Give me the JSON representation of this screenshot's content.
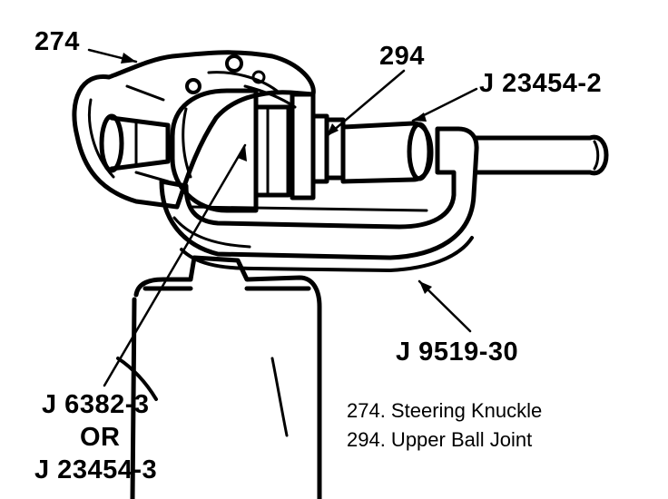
{
  "callouts": {
    "steering_knuckle_ref": "274",
    "upper_ball_joint_ref": "294",
    "tool_j23454_2": "J 23454-2",
    "tool_j9519_30": "J 9519-30",
    "tool_alt_a": "J 6382-3",
    "tool_alt_or": "OR",
    "tool_alt_b": "J 23454-3"
  },
  "legend": {
    "items": [
      "274. Steering Knuckle",
      "294. Upper Ball Joint"
    ]
  },
  "colors": {
    "ink": "#000000",
    "paper": "#ffffff"
  }
}
